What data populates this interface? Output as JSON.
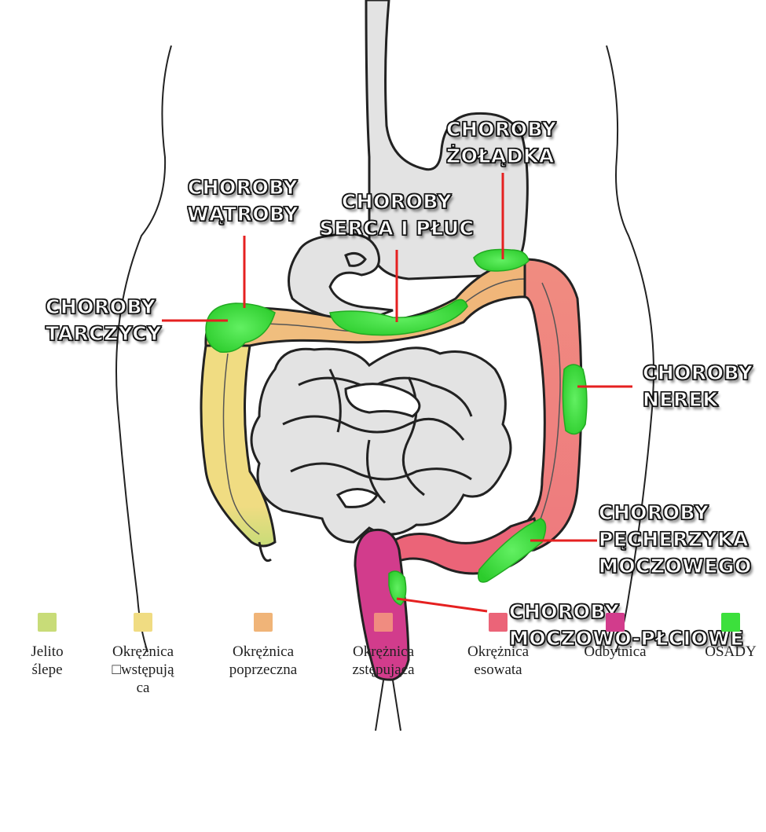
{
  "callouts": {
    "zoladek": [
      "CHOROBY",
      "ŻOŁĄDKA"
    ],
    "watroba": [
      "CHOROBY",
      "WĄTROBY"
    ],
    "serce": [
      "CHOROBY",
      "SERCA I PŁUC"
    ],
    "tarczyca": [
      "CHOROBY",
      "TARCZYCY"
    ],
    "nerki": [
      "CHOROBY",
      "NEREK"
    ],
    "pecherzyk": [
      "CHOROBY",
      "PĘCHERZYKA",
      "MOCZOWEGO"
    ],
    "moczowo": [
      "CHOROBY",
      "MOCZOWO-PŁCIOWE"
    ]
  },
  "legend": [
    {
      "label_lines": [
        "Jelito",
        "ślepe"
      ],
      "color": "#c8dc78"
    },
    {
      "label_lines": [
        "Okrężnica",
        "□wstępują",
        "ca"
      ],
      "color": "#f0dc82"
    },
    {
      "label_lines": [
        "Okrężnica",
        "poprzeczna"
      ],
      "color": "#f0b478"
    },
    {
      "label_lines": [
        "Okrężnica",
        "zstępująca"
      ],
      "color": "#f08c80"
    },
    {
      "label_lines": [
        "Okrężnica",
        "esowata"
      ],
      "color": "#eb6478"
    },
    {
      "label_lines": [
        "Odbytnica"
      ],
      "color": "#d23c8c"
    },
    {
      "label_lines": [
        "OSADY"
      ],
      "color": "#3ce03c"
    }
  ],
  "colors": {
    "cecum": "#c8dc78",
    "ascending": "#f0dc82",
    "transverse": "#f0b478",
    "descending": "#f08c80",
    "sigmoid": "#eb6478",
    "rectum": "#d23c8c",
    "deposits": "#3ce03c",
    "organ_gray": "#e3e3e3",
    "pointer_line": "#e52020"
  }
}
